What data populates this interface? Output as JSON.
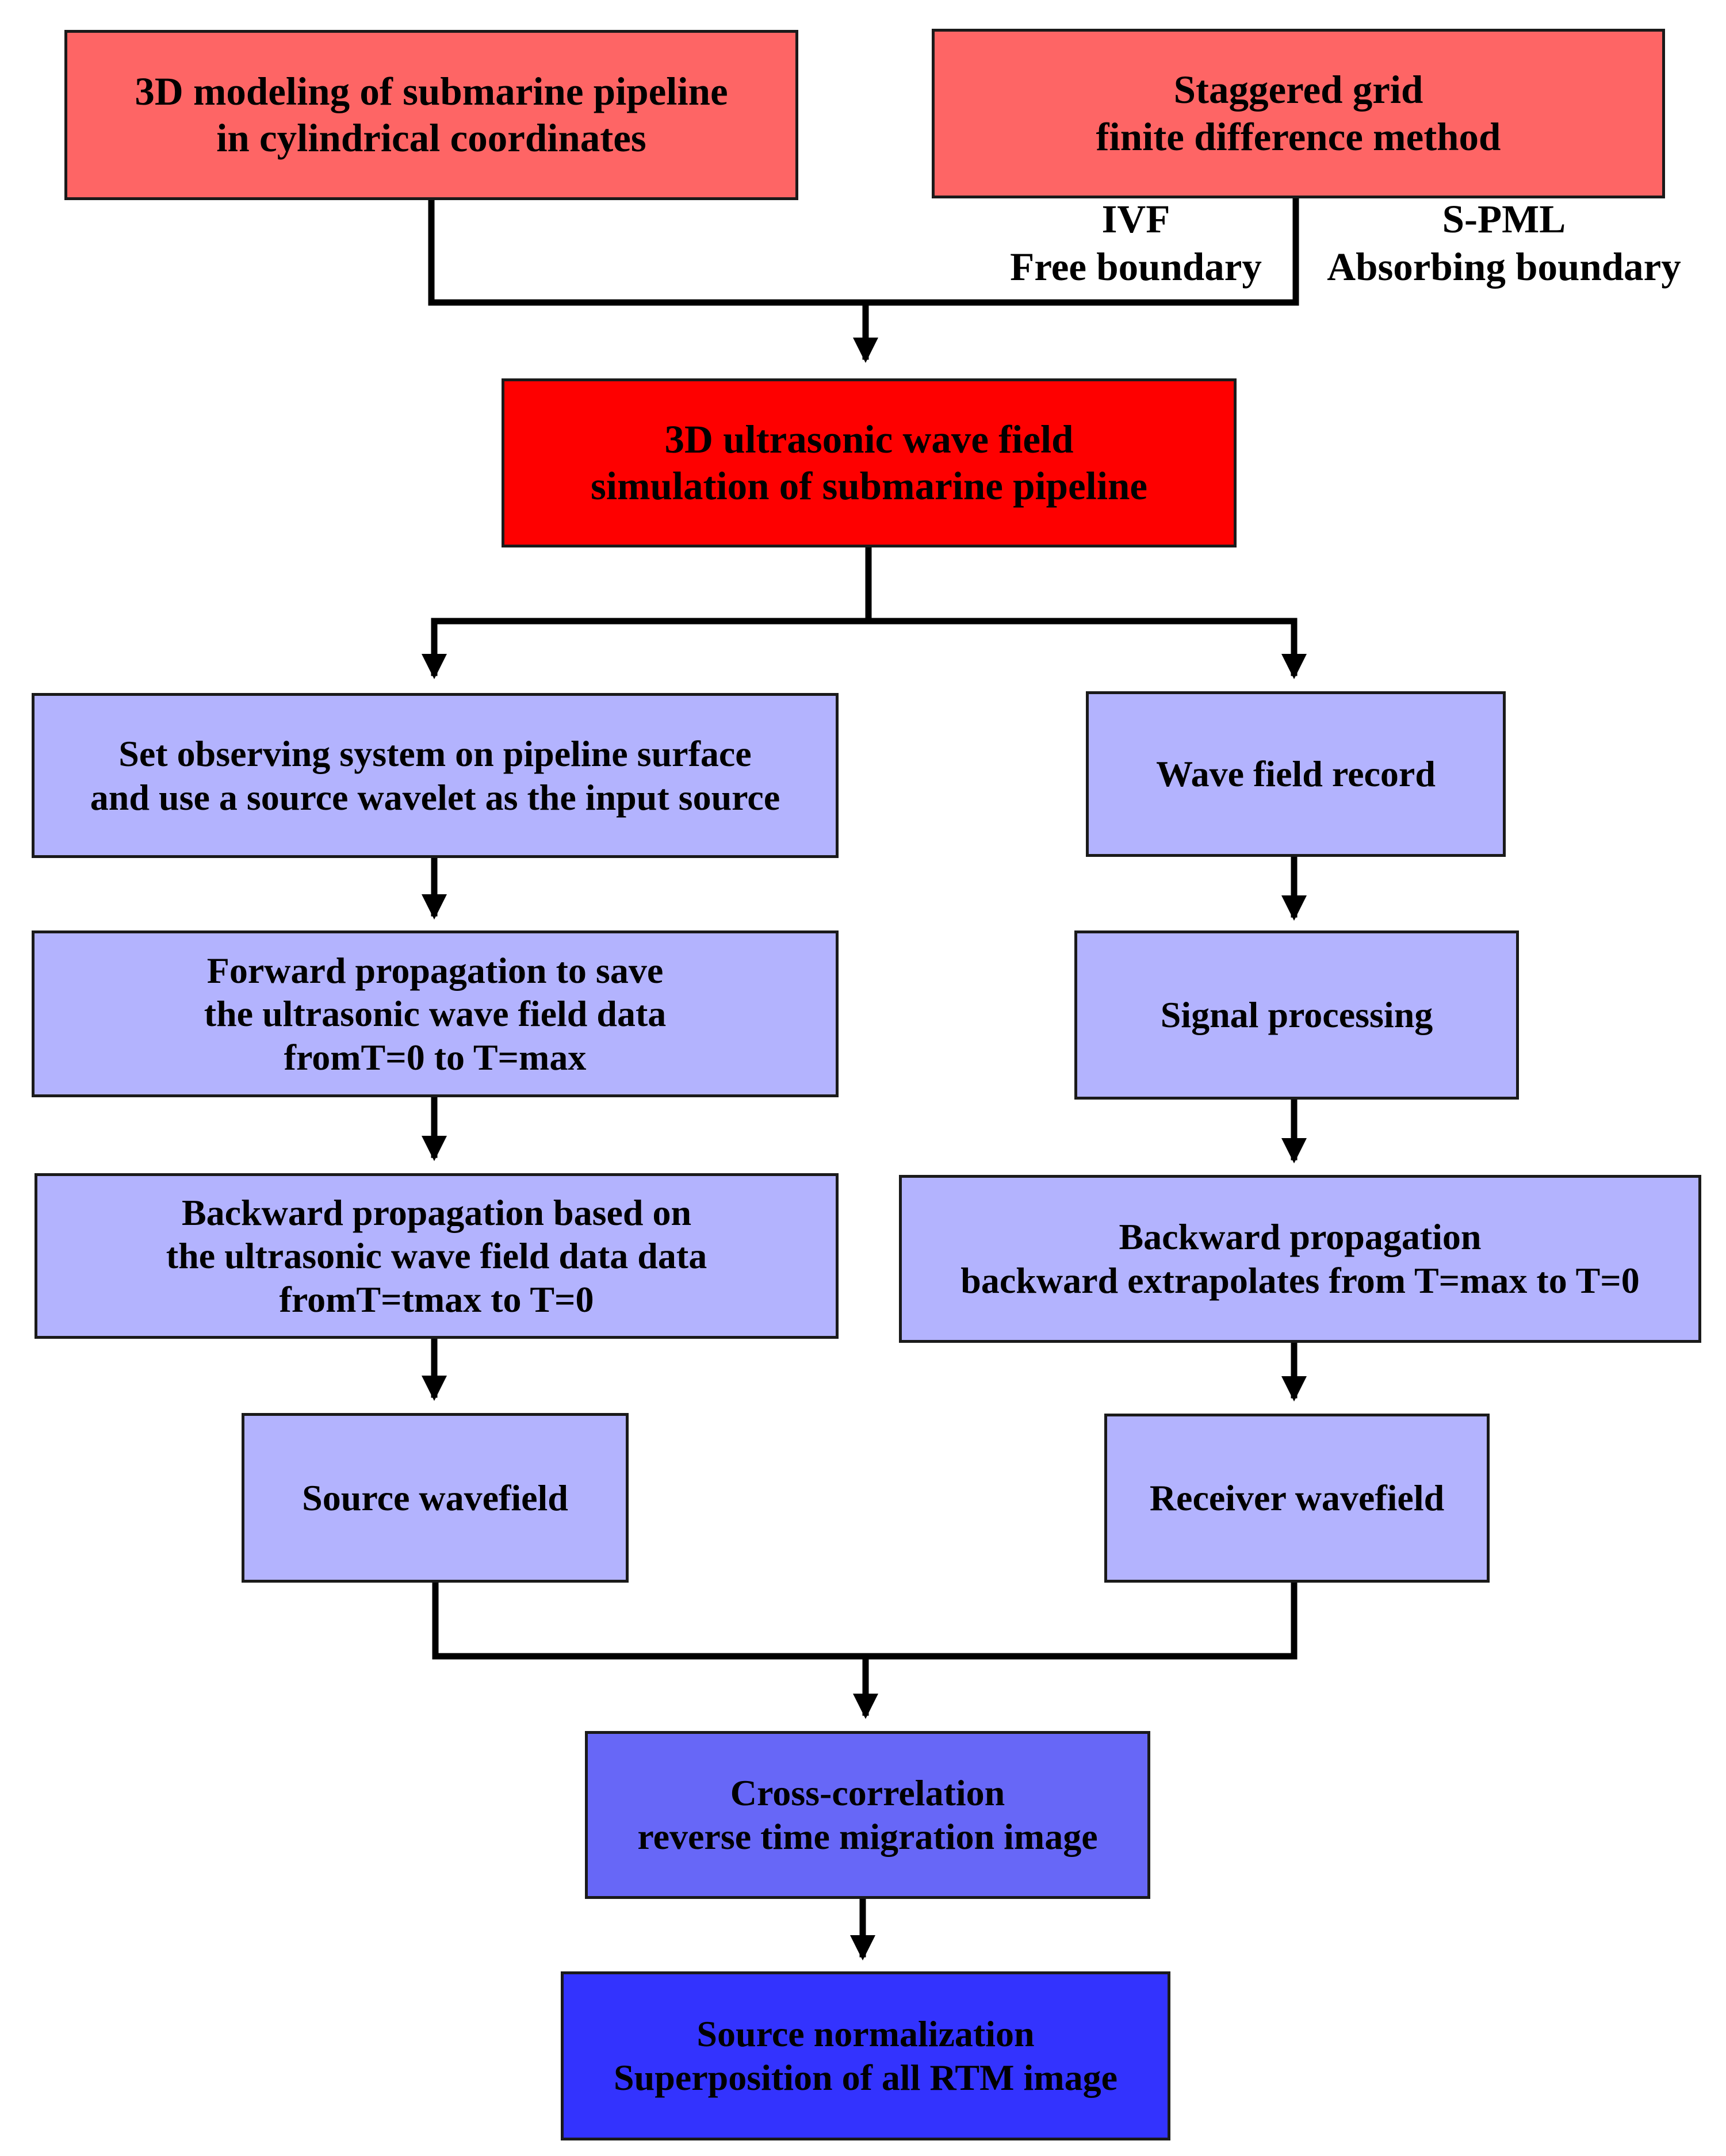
{
  "diagram": {
    "nodes": {
      "modeling": {
        "lines": [
          "3D modeling of submarine pipeline",
          "in cylindrical coordinates"
        ],
        "color": "#fe6565"
      },
      "staggered": {
        "lines": [
          "Staggered grid",
          "finite difference method"
        ],
        "color": "#fe6565"
      },
      "simulation": {
        "lines": [
          "3D ultrasonic wave field",
          "simulation of submarine pipeline"
        ],
        "color": "#fe0000"
      },
      "observing": {
        "lines": [
          "Set observing system on pipeline surface",
          "and use a source wavelet as the input source"
        ],
        "color": "#b3b3fe"
      },
      "wave_record": {
        "lines": [
          "Wave field record"
        ],
        "color": "#b3b3fe"
      },
      "forward": {
        "lines": [
          "Forward propagation to save",
          "the ultrasonic wave field data",
          "fromT=0 to T=max"
        ],
        "color": "#b3b3fe"
      },
      "signal": {
        "lines": [
          "Signal processing"
        ],
        "color": "#b3b3fe"
      },
      "backward_left": {
        "lines": [
          "Backward propagation based on",
          "the ultrasonic wave field data data",
          "fromT=tmax to T=0"
        ],
        "color": "#b3b3fe"
      },
      "backward_right": {
        "lines": [
          "Backward propagation",
          "backward extrapolates from T=max to T=0"
        ],
        "color": "#b3b3fe"
      },
      "source_wf": {
        "lines": [
          "Source wavefield"
        ],
        "color": "#b3b3fe"
      },
      "receiver_wf": {
        "lines": [
          "Receiver wavefield"
        ],
        "color": "#b3b3fe"
      },
      "cross": {
        "lines": [
          "Cross-correlation",
          "reverse time migration image"
        ],
        "color": "#6767f7"
      },
      "normalization": {
        "lines": [
          "Source normalization",
          "Superposition of all RTM image"
        ],
        "color": "#3333fe"
      }
    },
    "annotations": {
      "ivf": {
        "lines": [
          "IVF",
          "Free boundary"
        ]
      },
      "spml": {
        "lines": [
          "S-PML",
          "Absorbing boundary"
        ]
      }
    },
    "line_color": "#000000"
  }
}
